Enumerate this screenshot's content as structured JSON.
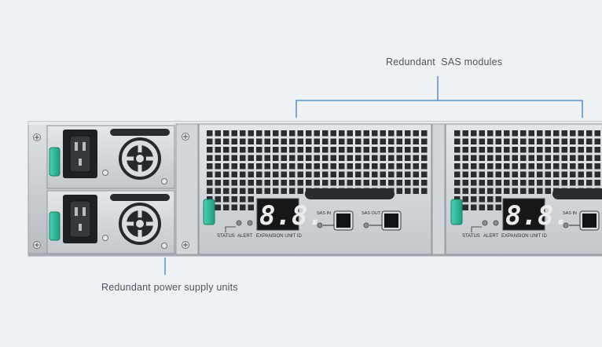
{
  "callouts": {
    "sas": "Redundant  SAS modules",
    "psu": "Redundant power supply units"
  },
  "sas_modules": [
    {
      "status_label": "STATUS",
      "alert_label": "ALERT",
      "unit_id_label": "EXPANSION UNIT ID",
      "sas_in_label": "SAS IN",
      "sas_out_label": "SAS OUT",
      "display_digits": "8.8."
    },
    {
      "status_label": "STATUS",
      "alert_label": "ALERT",
      "unit_id_label": "EXPANSION UNIT ID",
      "sas_in_label": "SAS IN",
      "display_digits": "8.8."
    }
  ],
  "colors": {
    "background": "#eff2f5",
    "leader_line": "#3d7fc8",
    "latch": "#2fb79a",
    "chassis": "#c8cdd2",
    "vent": "#2a2d30"
  },
  "icons": [
    "power-inlet-icon",
    "fan-icon",
    "screw-icon",
    "sas-port-icon",
    "led-icon"
  ]
}
